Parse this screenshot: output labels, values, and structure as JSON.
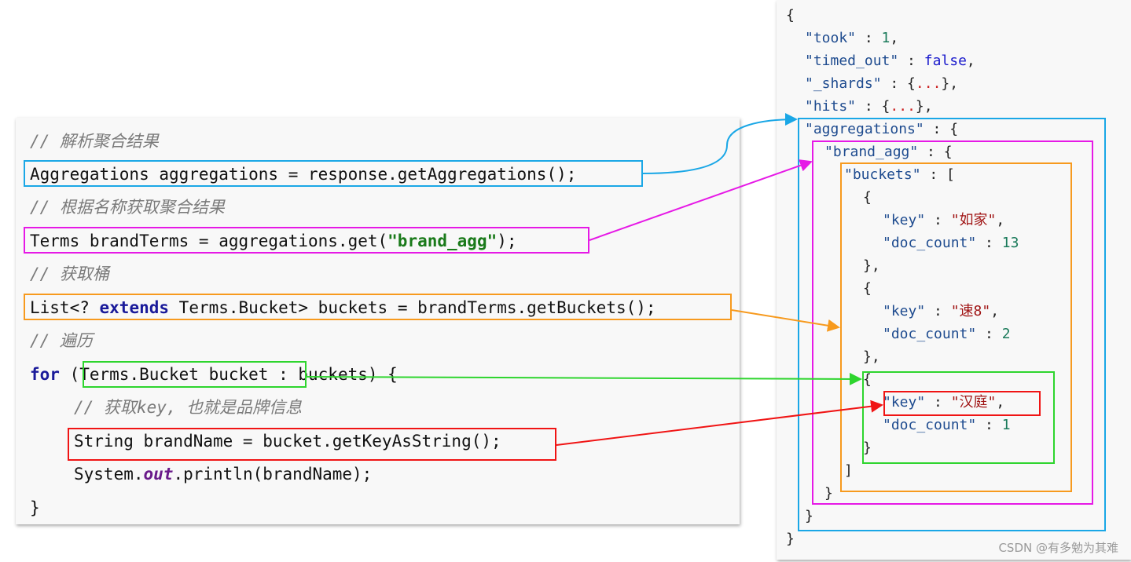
{
  "code": {
    "comment_parse": "// 解析聚合结果",
    "line_aggregations": "Aggregations aggregations = response.getAggregations();",
    "comment_by_name": "// 根据名称获取聚合结果",
    "line_terms_pre": "Terms brandTerms = aggregations.get(",
    "line_terms_str": "\"brand_agg\"",
    "line_terms_post": ");",
    "comment_get_buckets": "// 获取桶",
    "line_list_pre": "List<? ",
    "line_list_kw": "extends",
    "line_list_post": " Terms.Bucket> buckets = brandTerms.getBuckets();",
    "comment_traverse": "// 遍历",
    "line_for_kw": "for",
    "line_for_post": " (Terms.Bucket bucket : buckets) {",
    "comment_get_key": "// 获取key, 也就是品牌信息",
    "line_string": "String brandName = bucket.getKeyAsString();",
    "line_print_pre": "System.",
    "line_print_field": "out",
    "line_print_post": ".println(brandName);",
    "line_close": "}"
  },
  "json": {
    "open": "{",
    "took_key": "\"took\"",
    "took_val": "1",
    "timed_out_key": "\"timed_out\"",
    "timed_out_val": "false",
    "shards_key": "\"_shards\"",
    "hits_key": "\"hits\"",
    "ellipsis": "...",
    "aggregations_key": "\"aggregations\"",
    "brand_agg_key": "\"brand_agg\"",
    "buckets_key": "\"buckets\"",
    "bucket_1": {
      "key_label": "\"key\"",
      "key_val": "\"如家\"",
      "count_label": "\"doc_count\"",
      "count_val": "13"
    },
    "bucket_2": {
      "key_label": "\"key\"",
      "key_val": "\"速8\"",
      "count_label": "\"doc_count\"",
      "count_val": "2"
    },
    "bucket_3": {
      "key_label": "\"key\"",
      "key_val": "\"汉庭\"",
      "count_label": "\"doc_count\"",
      "count_val": "1"
    },
    "close": "}"
  },
  "colors": {
    "blue": "#1aa7e6",
    "magenta": "#e619e6",
    "orange": "#f79a1e",
    "green": "#2ed52e",
    "red": "#f01414"
  },
  "watermark": "CSDN @有多勉为其难"
}
